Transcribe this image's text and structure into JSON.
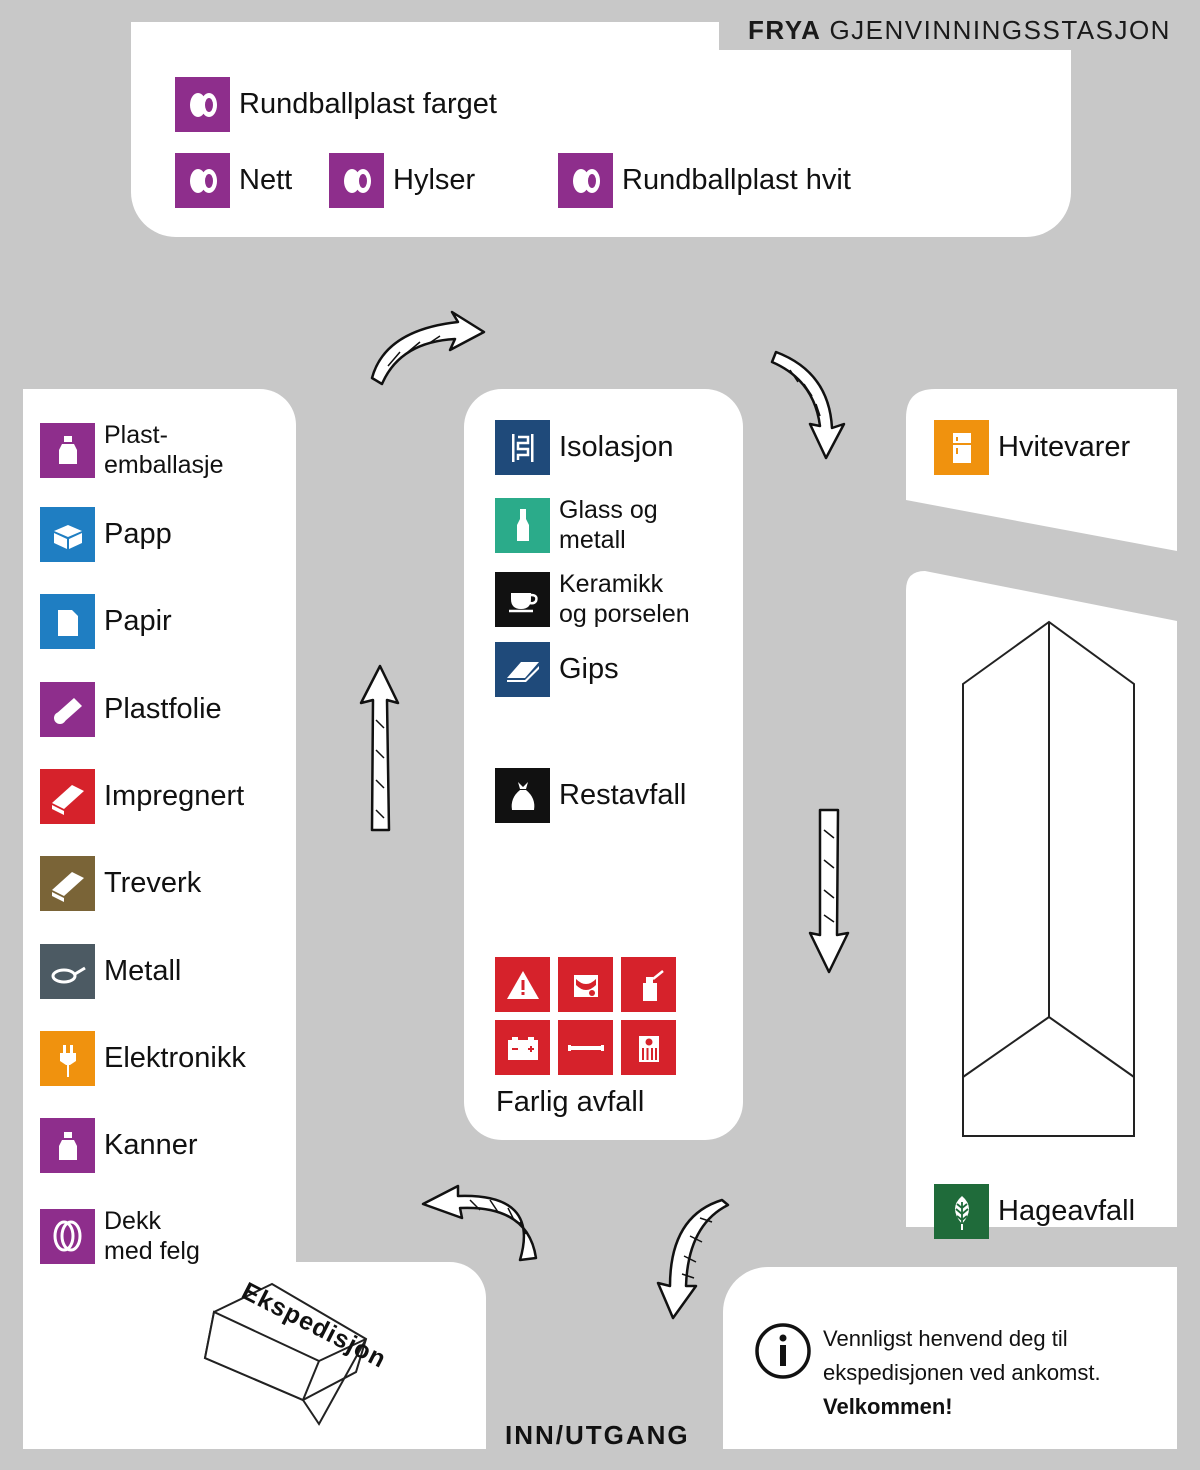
{
  "title": {
    "brand": "FRYA",
    "name": "GJENVINNINGSSTASJON"
  },
  "colors": {
    "purple": "#8e2e8c",
    "blue": "#1f7ec2",
    "navy": "#1f4a7a",
    "teal": "#2bab8a",
    "black": "#111111",
    "red": "#d6222b",
    "brown": "#7a6437",
    "slate": "#4c5a63",
    "orange": "#f0920e",
    "green": "#1f6b3a"
  },
  "top": {
    "rundballplast_farget": "Rundballplast farget",
    "nett": "Nett",
    "hylser": "Hylser",
    "rundballplast_hvit": "Rundballplast hvit"
  },
  "left": [
    {
      "label": "Plast-\nemballasje",
      "icon": "bottle-icon",
      "color": "#8e2e8c"
    },
    {
      "label": "Papp",
      "icon": "box-icon",
      "color": "#1f7ec2"
    },
    {
      "label": "Papir",
      "icon": "paper-icon",
      "color": "#1f7ec2"
    },
    {
      "label": "Plastfolie",
      "icon": "film-roll-icon",
      "color": "#8e2e8c"
    },
    {
      "label": "Impregnert",
      "icon": "treated-wood-icon",
      "color": "#d6222b"
    },
    {
      "label": "Treverk",
      "icon": "wood-icon",
      "color": "#7a6437"
    },
    {
      "label": "Metall",
      "icon": "pan-icon",
      "color": "#4c5a63"
    },
    {
      "label": "Elektronikk",
      "icon": "plug-icon",
      "color": "#f0920e"
    },
    {
      "label": "Kanner",
      "icon": "canister-icon",
      "color": "#8e2e8c"
    },
    {
      "label": "Dekk\nmed felg",
      "icon": "tire-icon",
      "color": "#8e2e8c"
    }
  ],
  "center": {
    "isolasjon": "Isolasjon",
    "glass": "Glass og\nmetall",
    "keramikk": "Keramikk\nog porselen",
    "gips": "Gips",
    "restavfall": "Restavfall",
    "farlig": "Farlig avfall"
  },
  "right": {
    "hvitevarer": "Hvitevarer",
    "hageavfall": "Hageavfall"
  },
  "expedition": "Ekspedisjon",
  "entrance": "INN/UTGANG",
  "info": {
    "line1": "Vennligst henvend deg til",
    "line2": "ekspedisjonen  ved ankomst.",
    "welcome": "Velkommen!"
  }
}
